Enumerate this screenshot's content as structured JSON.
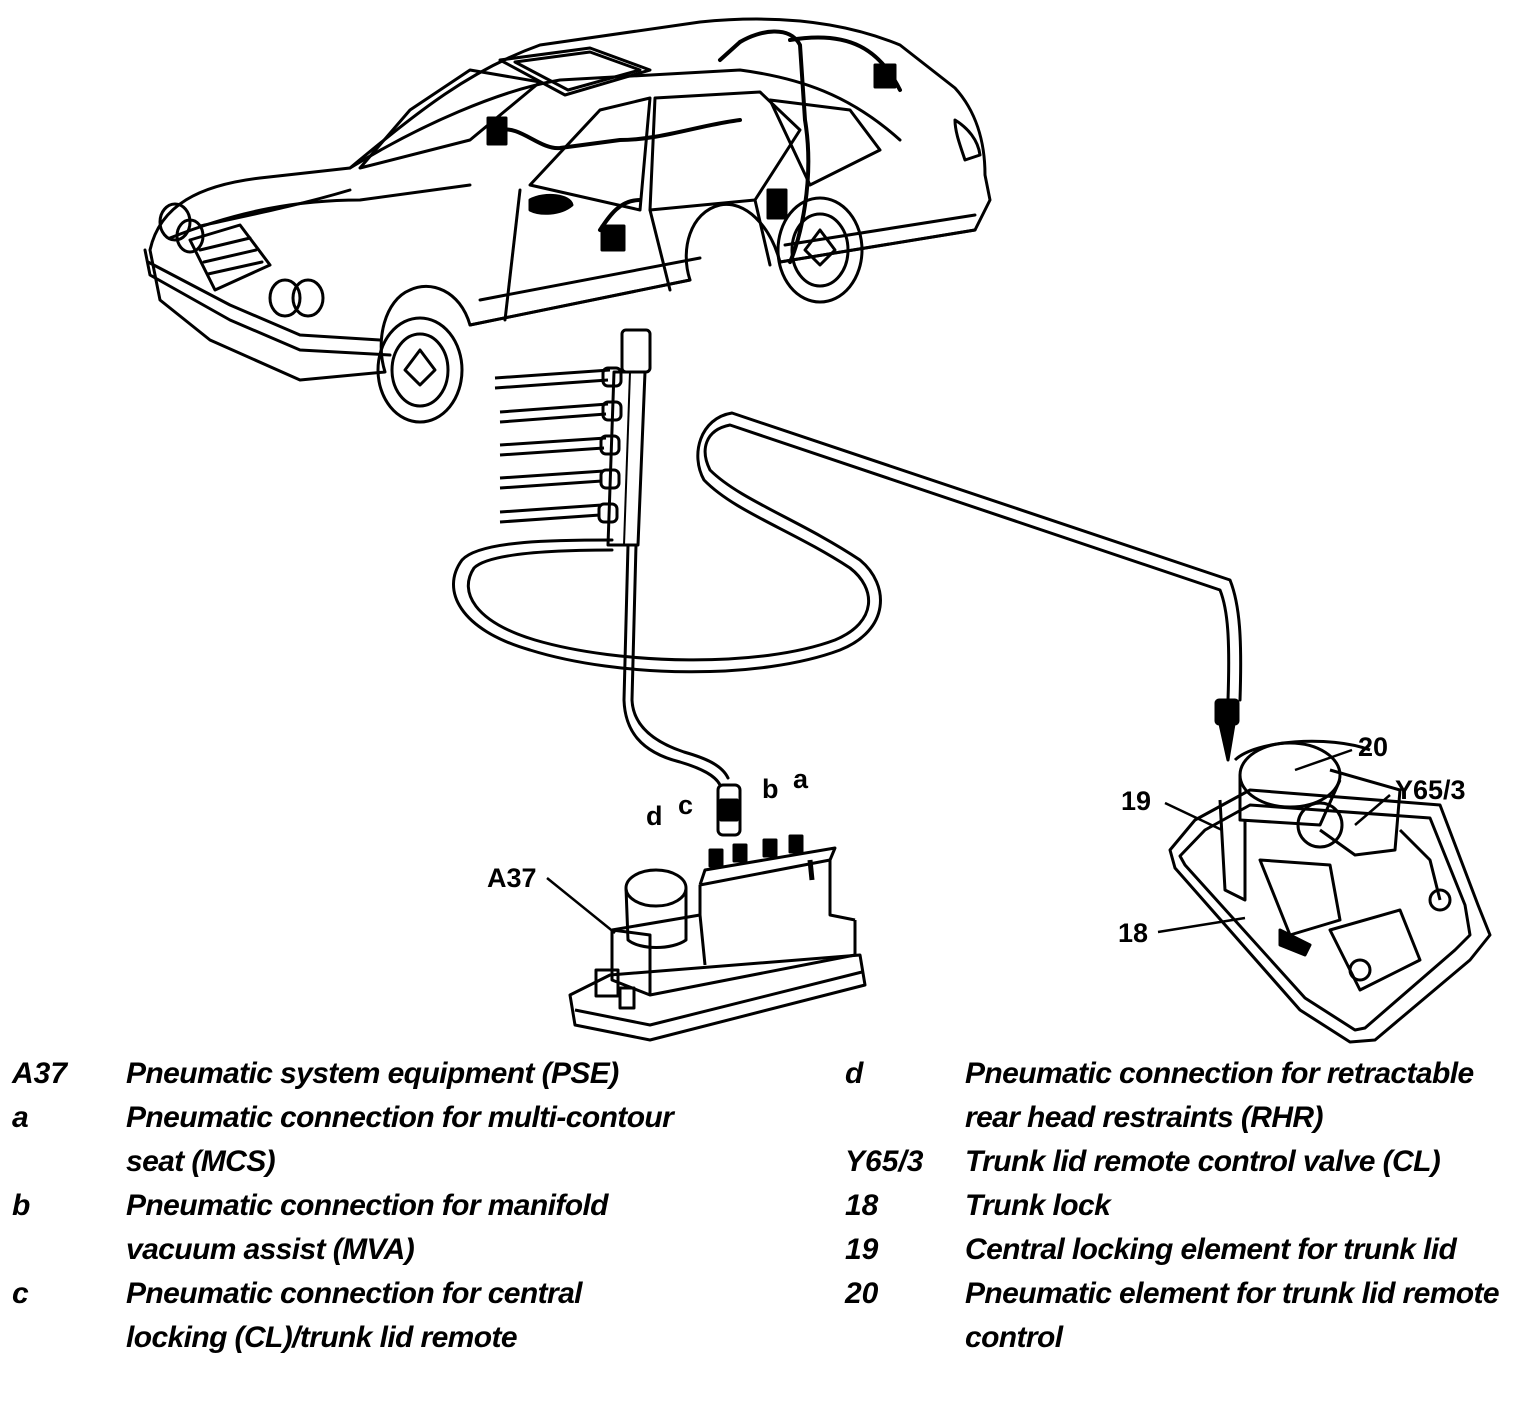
{
  "callouts": {
    "a37": "A37",
    "a": "a",
    "b": "b",
    "c": "c",
    "d": "d",
    "n20": "20",
    "y653": "Y65/3",
    "n19": "19",
    "n18": "18"
  },
  "legend": {
    "left": [
      {
        "code": "A37",
        "text": "Pneumatic system equipment (PSE)"
      },
      {
        "code": "a",
        "text": "Pneumatic connection for multi-contour seat (MCS)"
      },
      {
        "code": "b",
        "text": "Pneumatic connection for manifold vacuum assist (MVA)"
      },
      {
        "code": "c",
        "text": "Pneumatic connection for central locking (CL)/trunk lid remote"
      }
    ],
    "right": [
      {
        "code": "d",
        "text": "Pneumatic connection for retractable rear head restraints (RHR)"
      },
      {
        "code": "Y65/3",
        "text": "Trunk lid remote control valve (CL)"
      },
      {
        "code": "18",
        "text": "Trunk lock"
      },
      {
        "code": "19",
        "text": "Central locking element for trunk lid"
      },
      {
        "code": "20",
        "text": "Pneumatic element for trunk lid remote control"
      }
    ]
  }
}
